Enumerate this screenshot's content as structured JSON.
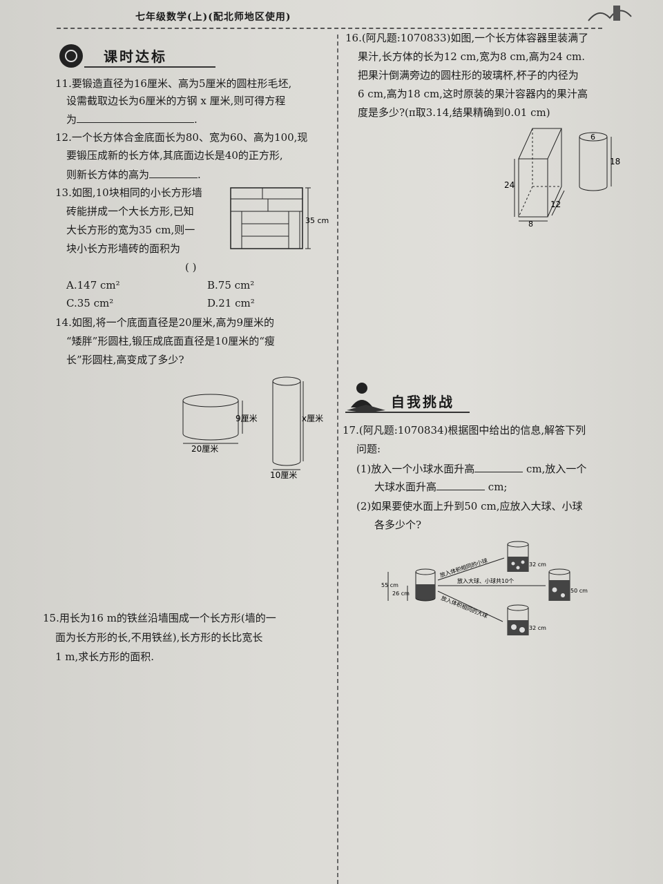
{
  "header": {
    "title": "七年级数学(上)(配北师地区使用)"
  },
  "sections": {
    "left": "课时达标",
    "right": "自我挑战"
  },
  "q11": {
    "text1": "11.要锻造直径为16厘米、高为5厘米的圆柱形毛坯,",
    "text2": "设需截取边长为6厘米的方钢 x 厘米,则可得方程",
    "text3": "为"
  },
  "q12": {
    "text1": "12.一个长方体合金底面长为80、宽为60、高为100,现",
    "text2": "要锻压成新的长方体,其底面边长是40的正方形,",
    "text3": "则新长方体的高为"
  },
  "q13": {
    "text1": "13.如图,10块相同的小长方形墙",
    "text2": "砖能拼成一个大长方形,已知",
    "text3": "大长方形的宽为35 cm,则一",
    "text4": "块小长方形墙砖的面积为",
    "paren": "(      )",
    "figure_label": "35 cm",
    "options": [
      "A.147 cm²",
      "B.75 cm²",
      "C.35 cm²",
      "D.21 cm²"
    ]
  },
  "q14": {
    "text1": "14.如图,将一个底面直径是20厘米,高为9厘米的",
    "text2": "“矮胖”形圆柱,锻压成底面直径是10厘米的“瘦",
    "text3": "长”形圆柱,高变成了多少?",
    "fig": {
      "h1": "9厘米",
      "d1": "20厘米",
      "h2": "x厘米",
      "d2": "10厘米"
    }
  },
  "q15": {
    "text1": "15.用长为16 m的铁丝沿墙围成一个长方形(墙的一",
    "text2": "面为长方形的长,不用铁丝),长方形的长比宽长",
    "text3": "1 m,求长方形的面积."
  },
  "q16": {
    "text1": "16.(阿凡题:1070833)如图,一个长方体容器里装满了",
    "text2": "果汁,长方体的长为12 cm,宽为8 cm,高为24 cm.",
    "text3": "把果汁倒满旁边的圆柱形的玻璃杯,杯子的内径为",
    "text4": "6 cm,高为18 cm,这时原装的果汁容器内的果汁高",
    "text5": "度是多少?(π取3.14,结果精确到0.01 cm)",
    "fig": {
      "h": "24",
      "w": "8",
      "l": "12",
      "d": "6",
      "ch": "18"
    }
  },
  "q17": {
    "text1": "17.(阿凡题:1070834)根据图中给出的信息,解答下列",
    "text2": "问题:",
    "p1a": "(1)放入一个小球水面升高",
    "p1b": "cm,放入一个",
    "p1c": "大球水面升高",
    "p1d": "cm;",
    "p2a": "(2)如果要使水面上升到50 cm,应放入大球、小球",
    "p2b": "各多少个?",
    "fig": {
      "h55": "55 cm",
      "h26": "26 cm",
      "top_arrow": "放入体积相同的小球",
      "mid_arrow": "放入大球、小球共10个",
      "bot_arrow": "放入体积相同的大球",
      "top_level": "32 cm",
      "mid_level": "50 cm",
      "bot_level": "32 cm"
    }
  }
}
